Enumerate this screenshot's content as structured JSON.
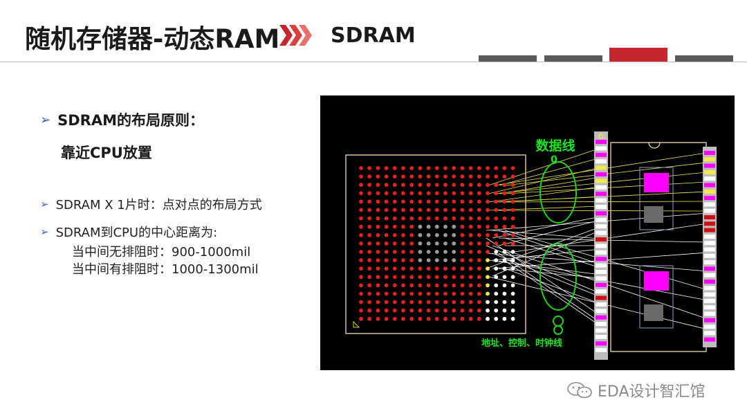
{
  "header": {
    "title": "随机存储器-动态RAM",
    "subtitle": "SDRAM"
  },
  "tabs": [
    {
      "active": false
    },
    {
      "active": false
    },
    {
      "active": true
    },
    {
      "active": false
    }
  ],
  "content": {
    "bullet1": {
      "label": "SDRAM的布局原则：",
      "sub": "靠近CPU放置"
    },
    "bullet2": {
      "label": "SDRAM X 1片时：点对点的布局方式"
    },
    "bullet3": {
      "label": "SDRAM到CPU的中心距离为:",
      "lines": [
        "当中间无排阻时：900-1000mil",
        "当中间有排阻时：1000-1300mil"
      ]
    }
  },
  "pcb": {
    "label_data": "数据线",
    "label_data_num": "0",
    "label_ctrl": "地址、控制、时钟线",
    "colors": {
      "background": "#000000",
      "outline": "#d8c28a",
      "bga_pad": "#e8201c",
      "center_pad": "#9a9a9a",
      "data_wire": "#f5e84a",
      "ctrl_wire": "#ffffff",
      "label": "#19e61f",
      "ellipse": "#19d619",
      "chip_pad": "#ff00ff"
    }
  },
  "watermark": {
    "text": "EDA设计智汇馆",
    "icon": "wechat-icon"
  },
  "theme": {
    "accent": "#c3262b",
    "bullet_arrow": "#2f64b3",
    "tab_gray": "#5a5a5a"
  }
}
